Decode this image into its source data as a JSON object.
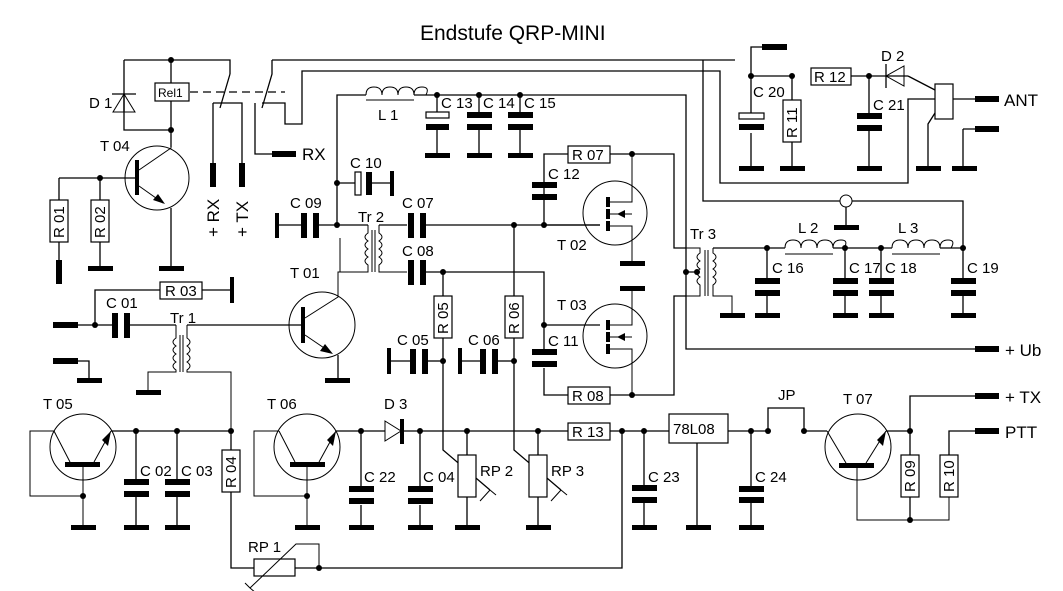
{
  "title": "Endstufe QRP-MINI",
  "terminals": {
    "rx": "RX",
    "plus_rx": "+ RX",
    "plus_tx_left": "+ TX",
    "ant": "ANT",
    "ub": "+ Ub",
    "plus_tx_right": "+ TX",
    "ptt": "PTT"
  },
  "relay": {
    "label": "Rel1"
  },
  "diodes": {
    "d1": "D 1",
    "d2": "D 2",
    "d3": "D 3"
  },
  "transistors": {
    "t01": "T 01",
    "t02": "T 02",
    "t03": "T 03",
    "t04": "T 04",
    "t05": "T 05",
    "t06": "T 06",
    "t07": "T 07"
  },
  "transformers": {
    "tr1": "Tr 1",
    "tr2": "Tr 2",
    "tr3": "Tr 3"
  },
  "inductors": {
    "l1": "L 1",
    "l2": "L 2",
    "l3": "L 3"
  },
  "resistors": {
    "r01": "R 01",
    "r02": "R 02",
    "r03": "R 03",
    "r04": "R 04",
    "r05": "R 05",
    "r06": "R 06",
    "r07": "R 07",
    "r08": "R 08",
    "r09": "R 09",
    "r10": "R 10",
    "r11": "R 11",
    "r12": "R 12",
    "r13": "R 13"
  },
  "potentiometers": {
    "rp1": "RP 1",
    "rp2": "RP 2",
    "rp3": "RP 3"
  },
  "capacitors": {
    "c01": "C 01",
    "c02": "C 02",
    "c03": "C 03",
    "c04": "C 04",
    "c05": "C 05",
    "c06": "C 06",
    "c07": "C 07",
    "c08": "C 08",
    "c09": "C 09",
    "c10": "C 10",
    "c11": "C 11",
    "c12": "C 12",
    "c13": "C 13",
    "c14": "C 14",
    "c15": "C 15",
    "c16": "C 16",
    "c17": "C 17",
    "c18": "C 18",
    "c19": "C 19",
    "c20": "C 20",
    "c21": "C 21",
    "c22": "C 22",
    "c23": "C 23",
    "c24": "C 24"
  },
  "regulator": {
    "label": "78L08"
  },
  "jumper": {
    "label": "JP"
  }
}
